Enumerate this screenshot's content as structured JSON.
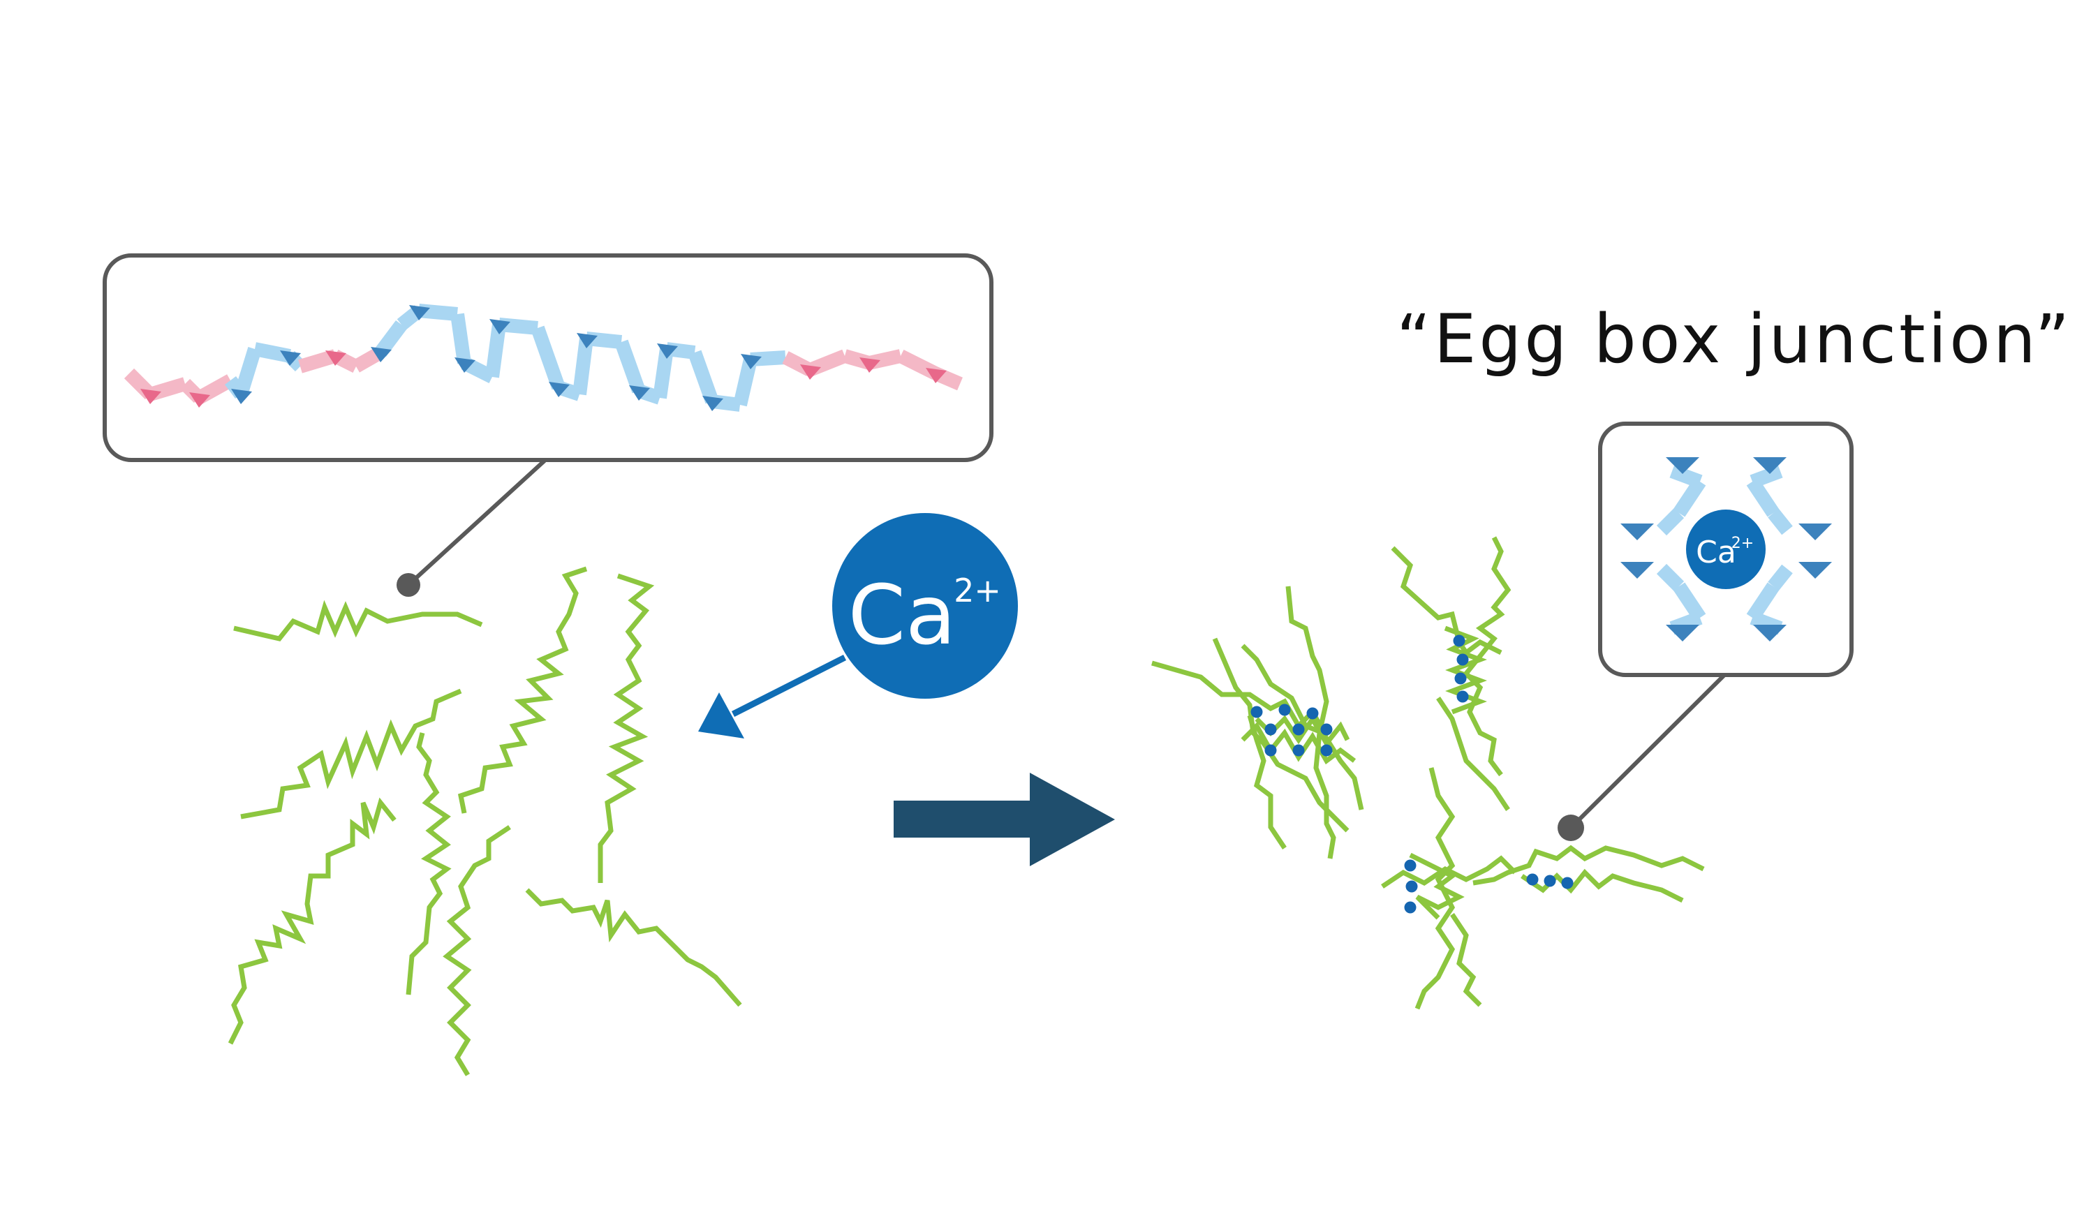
{
  "title": "“Egg box junction”",
  "ion": {
    "symbol": "Ca",
    "charge": "2+"
  },
  "colors": {
    "strand": "#8cc63f",
    "ion": "#0f6db5",
    "arrow": "#1f4e6d",
    "callout_border": "#595959",
    "pink_segment": "#f4b8c6",
    "pink_dark": "#e8688a",
    "blue_segment": "#a9d6f2",
    "blue_dark": "#3c82bd",
    "dot": "#1565b0"
  },
  "icons": [
    "ca-ion-icon",
    "process-arrow-icon",
    "polymer-chain-icon",
    "egg-box-junction-icon"
  ]
}
